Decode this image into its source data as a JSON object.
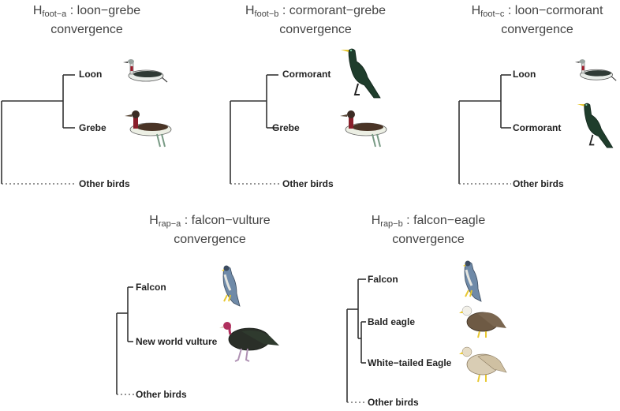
{
  "panels": [
    {
      "id": "foot_a",
      "title_main": "H",
      "title_sub": "foot−a",
      "title_rest": " : loon−grebe",
      "title_line2": "convergence",
      "taxa": [
        "Loon",
        "Grebe",
        "Other birds"
      ],
      "birds": [
        "loon-icon",
        "grebe-icon"
      ]
    },
    {
      "id": "foot_b",
      "title_main": "H",
      "title_sub": "foot−b",
      "title_rest": " : cormorant−grebe",
      "title_line2": "convergence",
      "taxa": [
        "Cormorant",
        "Grebe",
        "Other birds"
      ],
      "birds": [
        "cormorant-icon",
        "grebe-icon"
      ]
    },
    {
      "id": "foot_c",
      "title_main": "H",
      "title_sub": "foot−c",
      "title_rest": " : loon−cormorant",
      "title_line2": "convergence",
      "taxa": [
        "Loon",
        "Cormorant",
        "Other birds"
      ],
      "birds": [
        "loon-icon",
        "cormorant-icon"
      ]
    },
    {
      "id": "rap_a",
      "title_main": "H",
      "title_sub": "rap−a",
      "title_rest": " : falcon−vulture",
      "title_line2": "convergence",
      "taxa": [
        "Falcon",
        "New world vulture",
        "Other birds"
      ],
      "birds": [
        "falcon-icon",
        "vulture-icon"
      ]
    },
    {
      "id": "rap_b",
      "title_main": "H",
      "title_sub": "rap−b",
      "title_rest": " : falcon−eagle",
      "title_line2": "convergence",
      "taxa": [
        "Falcon",
        "Bald eagle",
        "White−tailed Eagle",
        "Other birds"
      ],
      "birds": [
        "falcon-icon",
        "bald-eagle-icon",
        "white-tailed-eagle-icon"
      ]
    }
  ],
  "colors": {
    "branch": "#333333",
    "dotted": "#555555",
    "cormorant": "#1f3d2c",
    "vulture": "#2a2f28",
    "vulture_head": "#b0305e",
    "grebe_neck": "#8a1f2a",
    "loon_throat": "#a01a2a",
    "falcon": "#6f8aa8",
    "eagle_brown": "#6e5a44",
    "eagle_pale": "#d9cdb4",
    "beak_yellow": "#e8c832"
  }
}
